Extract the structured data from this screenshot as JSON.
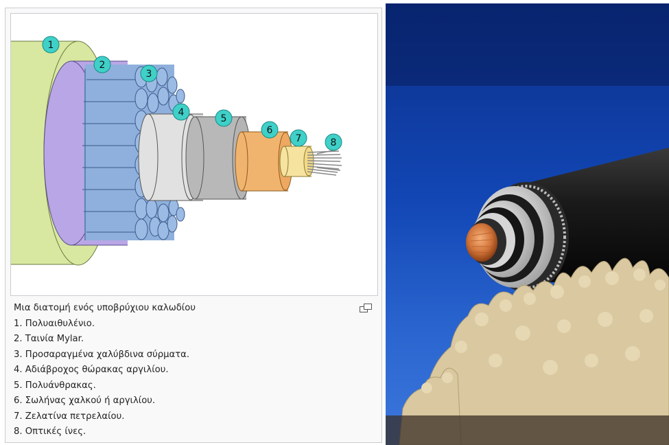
{
  "figure": {
    "caption_title": "Μια διατομή ενός υποβρύχιου καλωδίου",
    "legend_items": [
      "1. Πολυαιθυλένιο.",
      "2. Ταινία Mylar.",
      "3. Προσαραγμένα χαλύβδινα σύρματα.",
      "4. Αδιάβροχος θώρακας αργιλίου.",
      "5. Πολυάνθρακας.",
      "6. Σωλήνας χαλκού ή αργιλίου.",
      "7. Ζελατίνα πετρελαίου.",
      "8. Οπτικές ίνες."
    ],
    "callouts": [
      "1",
      "2",
      "3",
      "4",
      "5",
      "6",
      "7",
      "8"
    ],
    "colors": {
      "polyethylene": "#d8e8a0",
      "mylar": "#b9a6e6",
      "steel_wires": "#8fb0dc",
      "aluminium_barrier": "#e1e1e1",
      "polycarbonate": "#b8b8b8",
      "copper_tube": "#f1b46e",
      "petroleum_jelly": "#f7e3a0",
      "callout": "#3fd0c8"
    },
    "magnify_icon": "magnify-icon"
  },
  "photo": {
    "subject": "submarine-cable-cross-section-photo"
  }
}
